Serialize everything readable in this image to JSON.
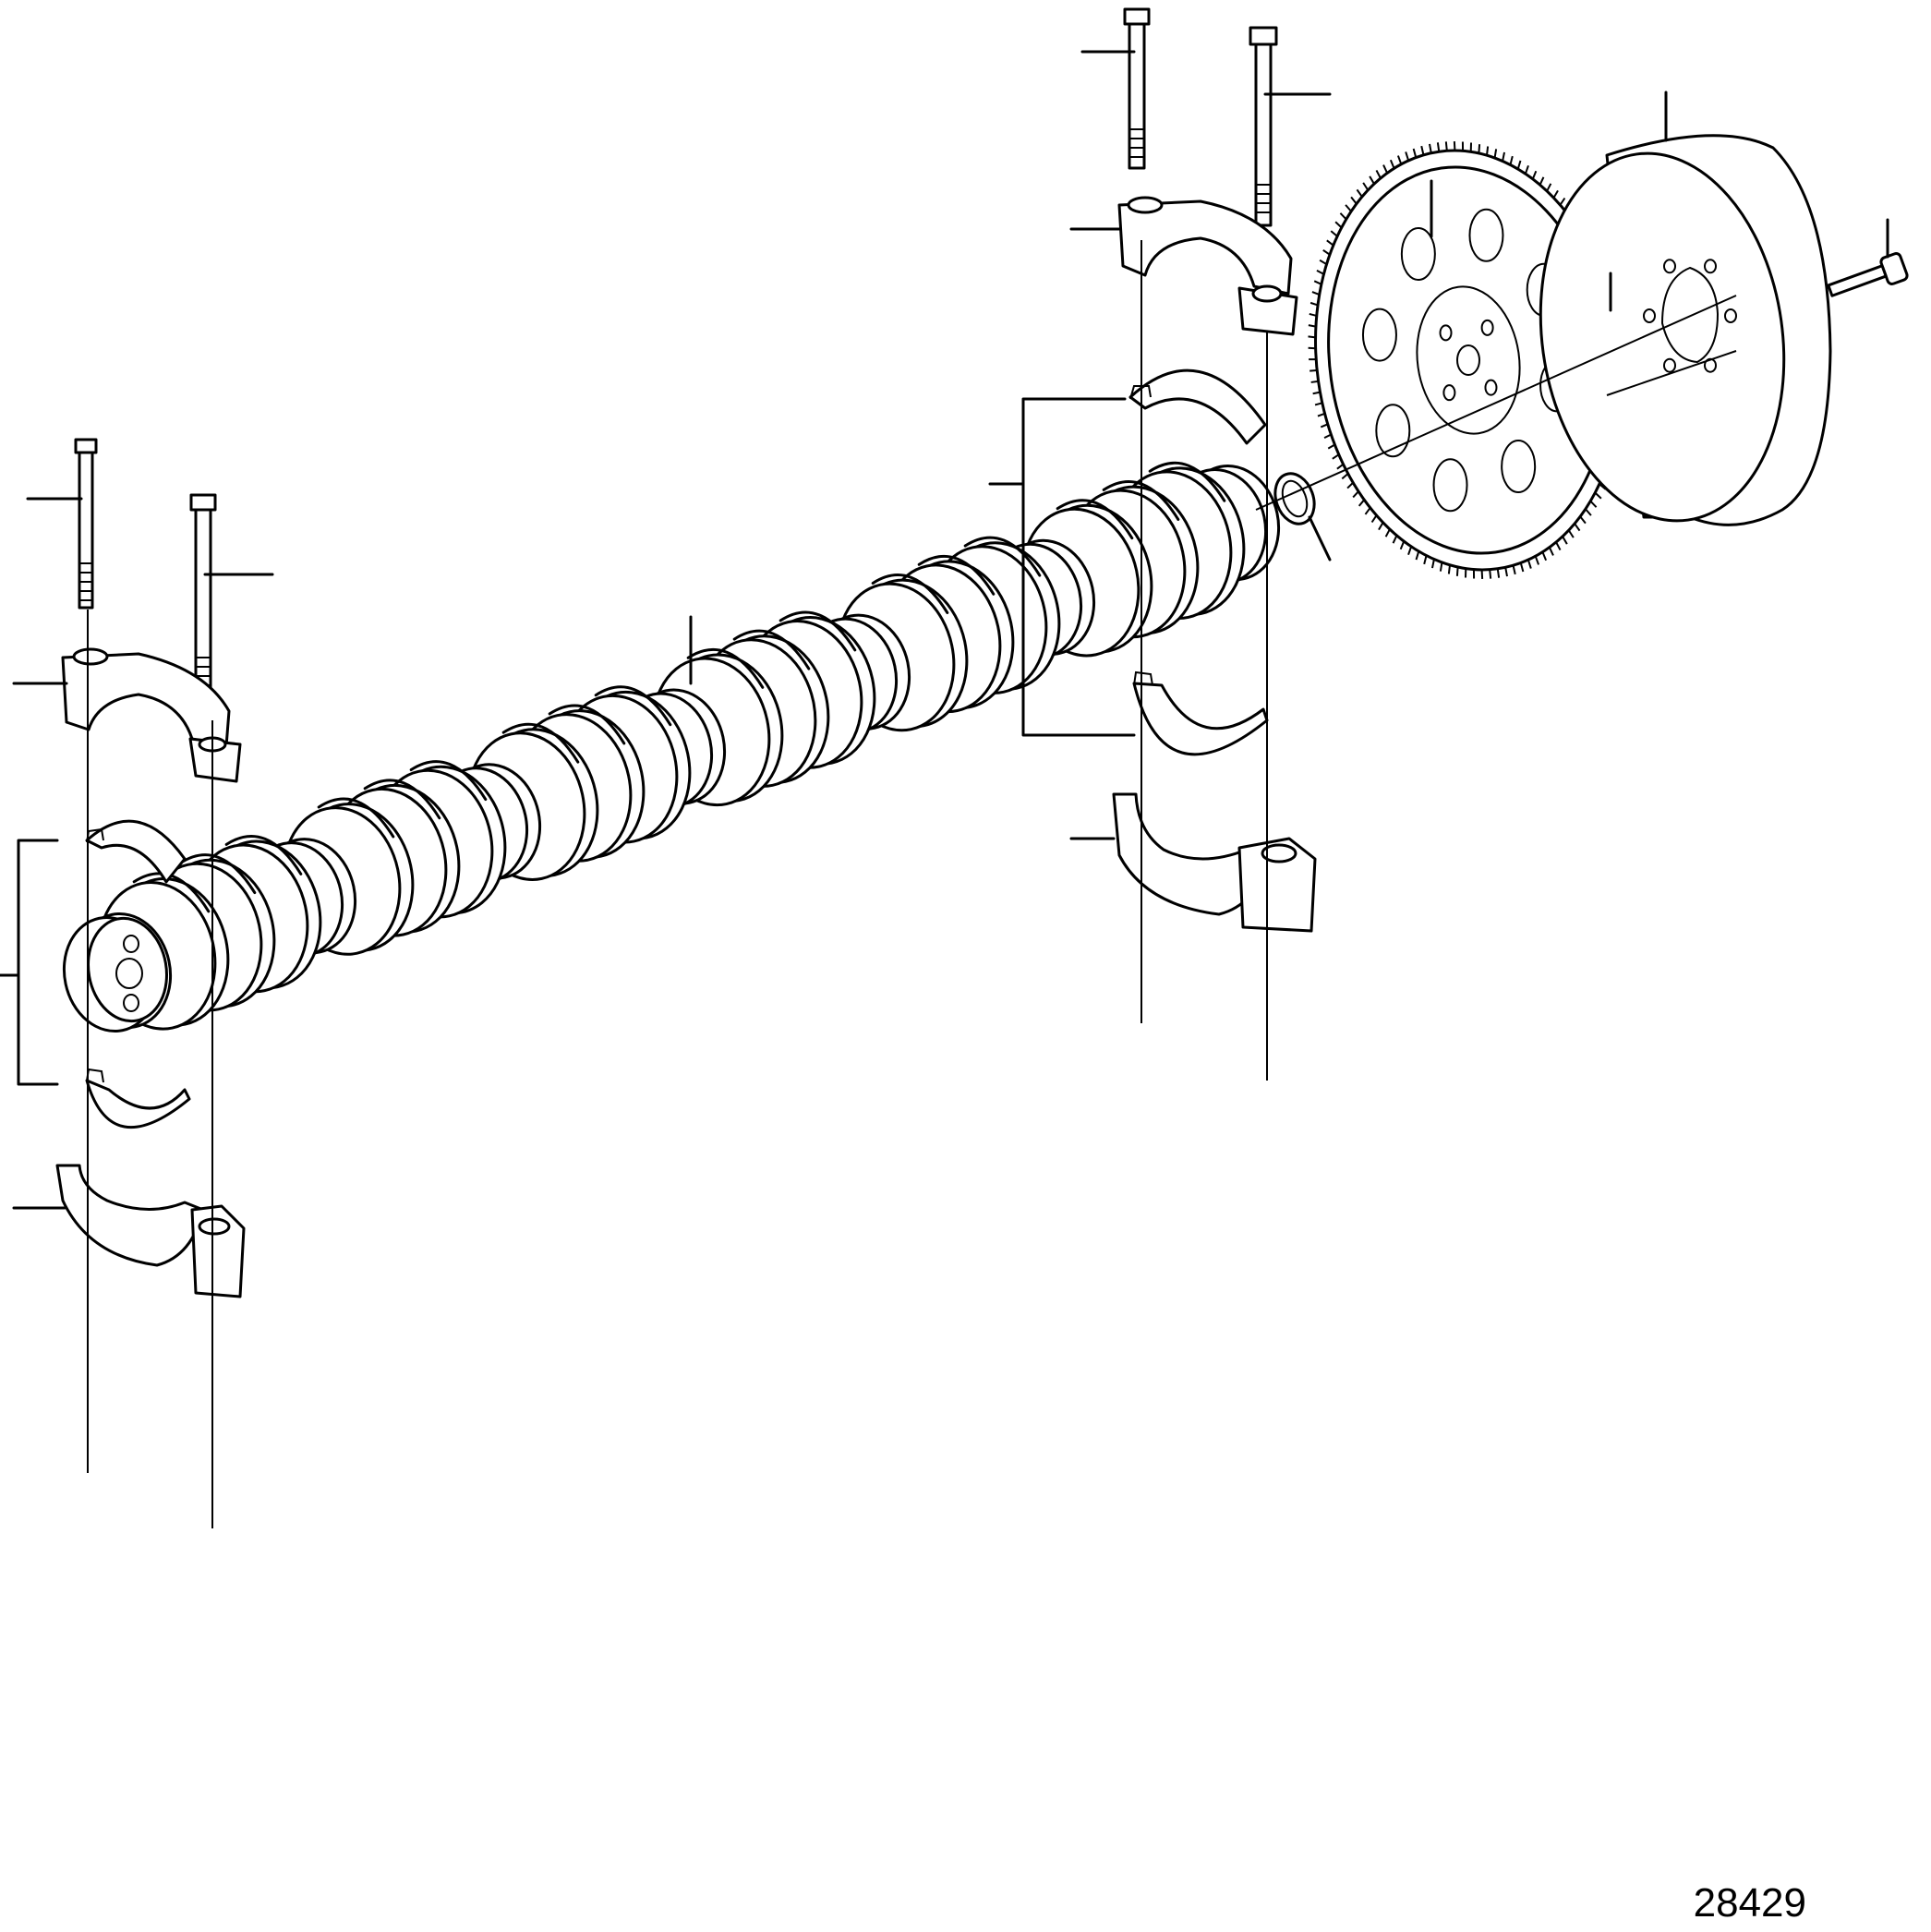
{
  "diagram": {
    "drawing_number": "28429",
    "colors": {
      "line": "#000000",
      "background": "#ffffff"
    },
    "parts": [
      "camshaft",
      "bearing-cap-upper-left",
      "bearing-shell-upper-left",
      "bearing-shell-lower-left",
      "bearing-cap-lower-left",
      "bearing-cap-upper-right",
      "bearing-shell-upper-right",
      "bearing-shell-lower-right",
      "bearing-cap-lower-right",
      "cap-bolt",
      "thrust-washer",
      "camshaft-gear",
      "gear-bolt",
      "guide-pin",
      "vibration-damper"
    ]
  }
}
